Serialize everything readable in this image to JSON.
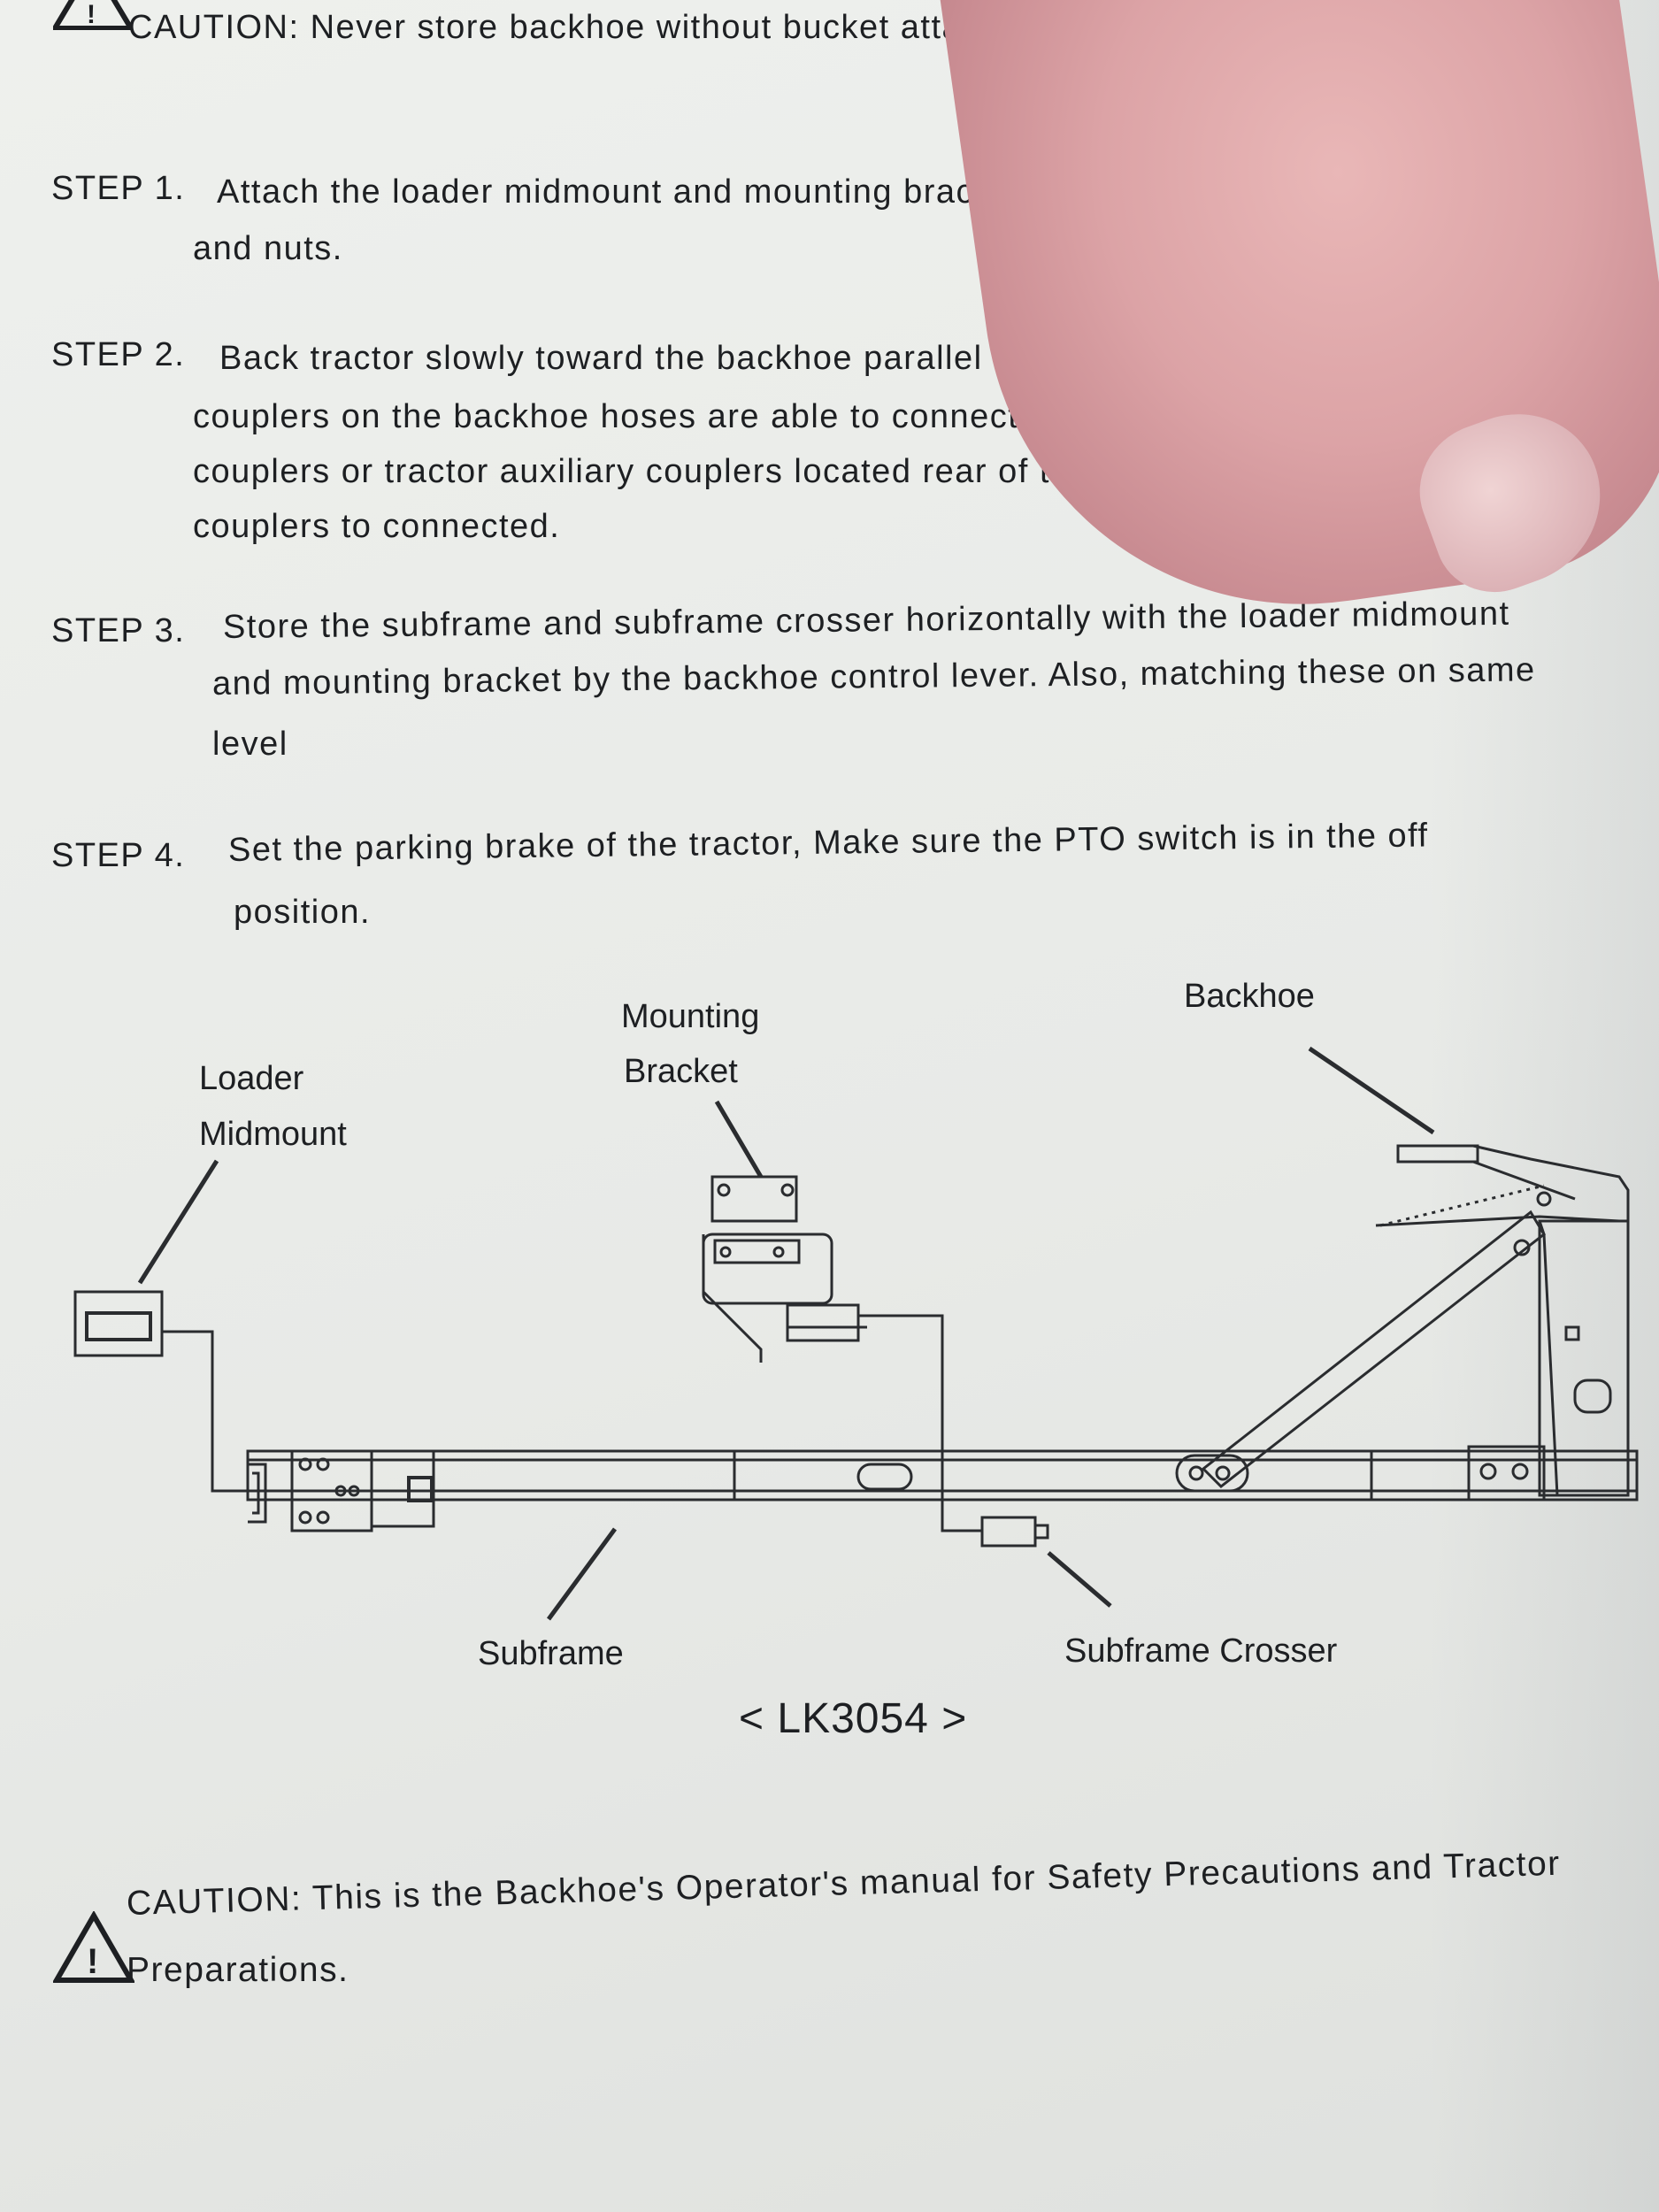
{
  "caution_top": "CAUTION: Never store backhoe without bucket attached",
  "steps": [
    {
      "label": "STEP 1.",
      "lines": [
        "Attach the loader midmount and mounting bracket to the tra",
        "and nuts."
      ]
    },
    {
      "label": "STEP 2.",
      "lines": [
        "Back tractor slowly toward the backhoe parallel to subframe ass",
        "couplers on the backhoe hoses are able to connect with the ho",
        "couplers or tractor auxiliary couplers located rear of the tractor.",
        "couplers to connected."
      ]
    },
    {
      "label": "STEP 3.",
      "lines": [
        "Store the subframe and subframe crosser horizontally with the loader midmount",
        "and mounting bracket by the backhoe control lever. Also, matching these on same",
        "level"
      ]
    },
    {
      "label": "STEP 4.",
      "lines": [
        "Set the parking brake of the tractor, Make sure the PTO switch is in the off",
        "position."
      ]
    }
  ],
  "diagram": {
    "labels": {
      "loader_midmount_1": "Loader",
      "loader_midmount_2": "Midmount",
      "mounting_bracket_1": "Mounting",
      "mounting_bracket_2": "Bracket",
      "backhoe": "Backhoe",
      "subframe": "Subframe",
      "subframe_crosser": "Subframe Crosser"
    },
    "model": "< LK3054 >"
  },
  "caution_bottom": {
    "line1": "CAUTION: This is the Backhoe's Operator's manual for Safety Precautions and Tractor",
    "line2": "Preparations."
  }
}
